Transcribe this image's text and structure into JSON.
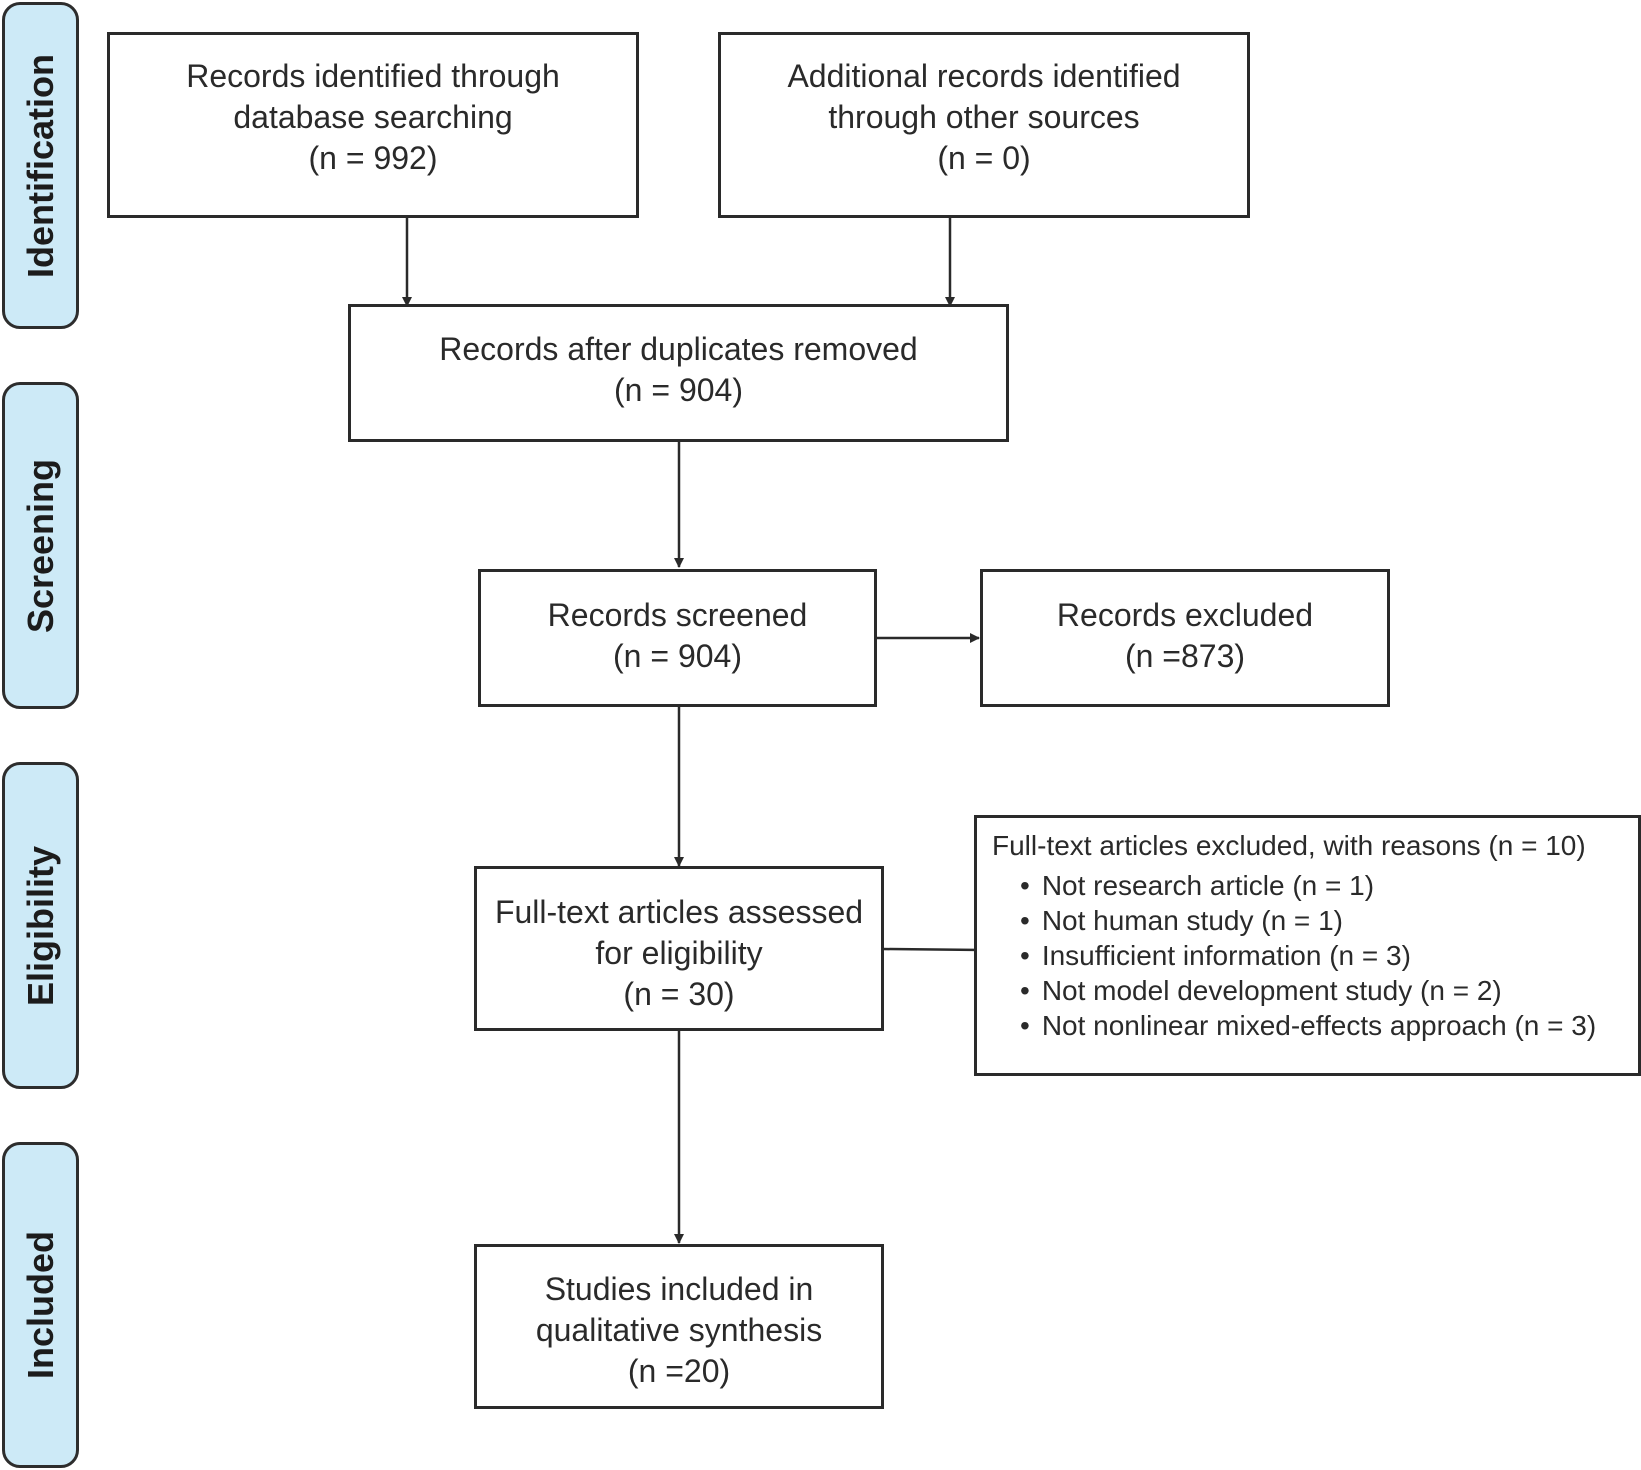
{
  "stages": [
    {
      "id": "identification",
      "label": "Identification"
    },
    {
      "id": "screening",
      "label": "Screening"
    },
    {
      "id": "eligibility",
      "label": "Eligibility"
    },
    {
      "id": "included",
      "label": "Included"
    }
  ],
  "boxes": {
    "database_records": {
      "lines": [
        "Records identified through",
        "database searching",
        "(n = 992)"
      ]
    },
    "other_records": {
      "lines": [
        "Additional records identified",
        "through other sources",
        "(n = 0)"
      ]
    },
    "after_duplicates": {
      "lines": [
        "Records after duplicates removed",
        "(n = 904)"
      ]
    },
    "screened": {
      "lines": [
        "Records screened",
        "(n = 904)"
      ]
    },
    "excluded": {
      "lines": [
        "Records excluded",
        "(n =873)"
      ]
    },
    "full_text_assessed": {
      "lines": [
        "Full-text articles assessed",
        "for eligibility",
        "(n = 30)"
      ]
    },
    "included_studies": {
      "lines": [
        "Studies included in",
        "qualitative synthesis",
        "(n =20)"
      ]
    }
  },
  "full_text_excluded": {
    "heading": "Full-text articles excluded, with reasons (n = 10)",
    "reasons": [
      "Not research article (n = 1)",
      "Not human study (n = 1)",
      "Insufficient information (n = 3)",
      "Not model development study (n = 2)",
      "Not nonlinear mixed-effects approach (n = 3)"
    ]
  }
}
